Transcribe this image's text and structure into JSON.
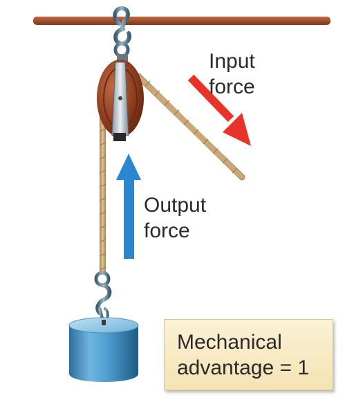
{
  "labels": {
    "input_force": "Input\nforce",
    "output_force": "Output\nforce",
    "mechanical_advantage": "Mechanical\nadvantage = 1"
  },
  "colors": {
    "ceiling_beam": "#a0502e",
    "pulley_wheel": "#8a3a1e",
    "rope": "#c9a878",
    "input_arrow": "#e8332a",
    "output_arrow": "#2a86cf",
    "weight": "#4f9ed0",
    "hooks": "#5a7a8c",
    "label_box": "#f7e8bd"
  },
  "icons": [
    "ceiling-hook-icon",
    "pulley-icon",
    "load-hook-icon",
    "weight-icon",
    "input-arrow-icon",
    "output-arrow-icon"
  ]
}
